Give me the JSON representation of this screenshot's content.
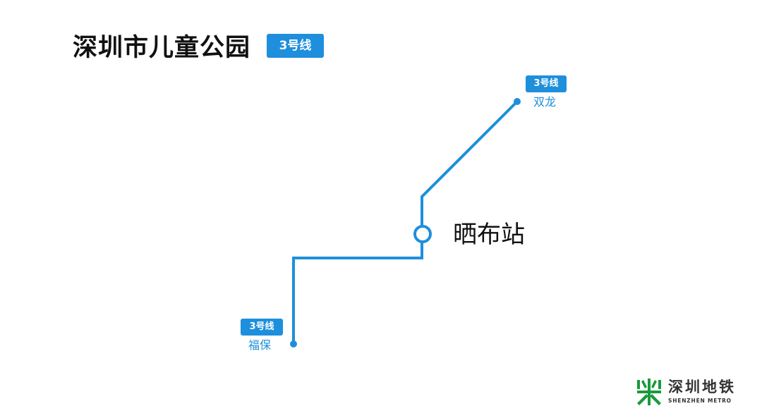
{
  "header": {
    "station_full_name": "深圳市儿童公园",
    "line_badge": "3号线"
  },
  "diagram": {
    "line_color": "#1e8fdc",
    "current_station": "晒布站",
    "terminals": [
      {
        "line_badge": "3号线",
        "name": "双龙"
      },
      {
        "line_badge": "3号线",
        "name": "福保"
      }
    ]
  },
  "logo": {
    "name_cn": "深圳地铁",
    "name_en": "SHENZHEN METRO",
    "brand_color": "#1a9a3c"
  }
}
